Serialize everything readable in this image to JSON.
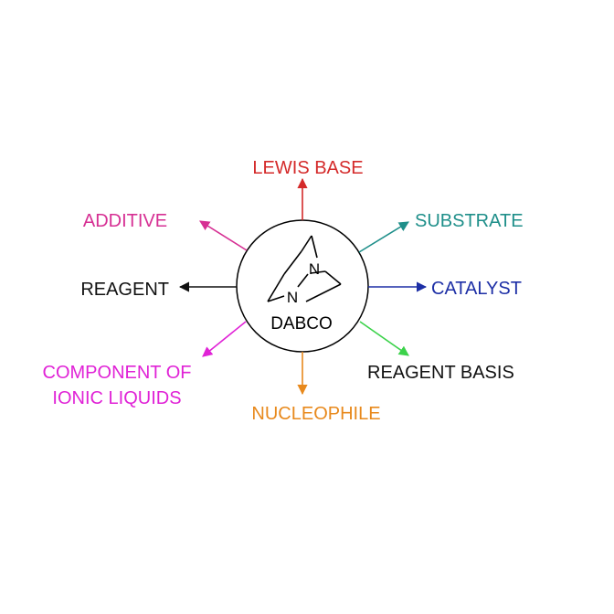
{
  "center": {
    "name": "DABCO",
    "atom_top": "N",
    "atom_bottom": "N"
  },
  "roles": [
    {
      "id": "lewis-base",
      "line1": "LEWIS BASE",
      "line2": "",
      "color": "#d42a2a"
    },
    {
      "id": "substrate",
      "line1": "SUBSTRATE",
      "line2": "",
      "color": "#1f8f8a"
    },
    {
      "id": "catalyst",
      "line1": "CATALYST",
      "line2": "",
      "color": "#1d2fa6"
    },
    {
      "id": "reagent-basis",
      "line1": "REAGENT BASIS",
      "line2": "",
      "color": "#3bd24a"
    },
    {
      "id": "nucleophile",
      "line1": "NUCLEOPHILE",
      "line2": "",
      "color": "#e8891c"
    },
    {
      "id": "component-of-ionic-liquids",
      "line1": "COMPONENT OF",
      "line2": "IONIC LIQUIDS",
      "color": "#e022d6"
    },
    {
      "id": "reagent",
      "line1": "REAGENT",
      "line2": "",
      "color": "#111111"
    },
    {
      "id": "additive",
      "line1": "ADDITIVE",
      "line2": "",
      "color": "#d62f93"
    }
  ]
}
